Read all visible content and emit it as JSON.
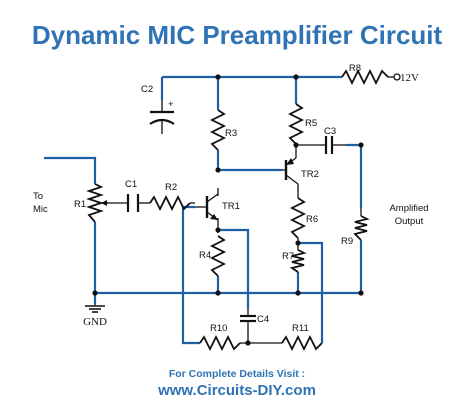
{
  "title": "Dynamic MIC Preamplifier Circuit",
  "supply": "12V",
  "components": {
    "R1": "R1",
    "R2": "R2",
    "R3": "R3",
    "R4": "R4",
    "R5": "R5",
    "R6": "R6",
    "R7": "R7",
    "R8": "R8",
    "R9": "R9",
    "R10": "R10",
    "R11": "R11",
    "C1": "C1",
    "C2": "C2",
    "C3": "C3",
    "C4": "C4",
    "TR1": "TR1",
    "TR2": "TR2"
  },
  "labels": {
    "mic_line1": "To",
    "mic_line2": "Mic",
    "output_line1": "Amplified",
    "output_line2": "Output",
    "gnd": "GND",
    "cap_plus": "+"
  },
  "footer": {
    "line1": "For Complete Details Visit :",
    "line2": "www.Circuits-DIY.com"
  },
  "colors": {
    "title": "#2f73b5",
    "wire_blue": "#1f5fa6",
    "wire_black": "#111111"
  }
}
